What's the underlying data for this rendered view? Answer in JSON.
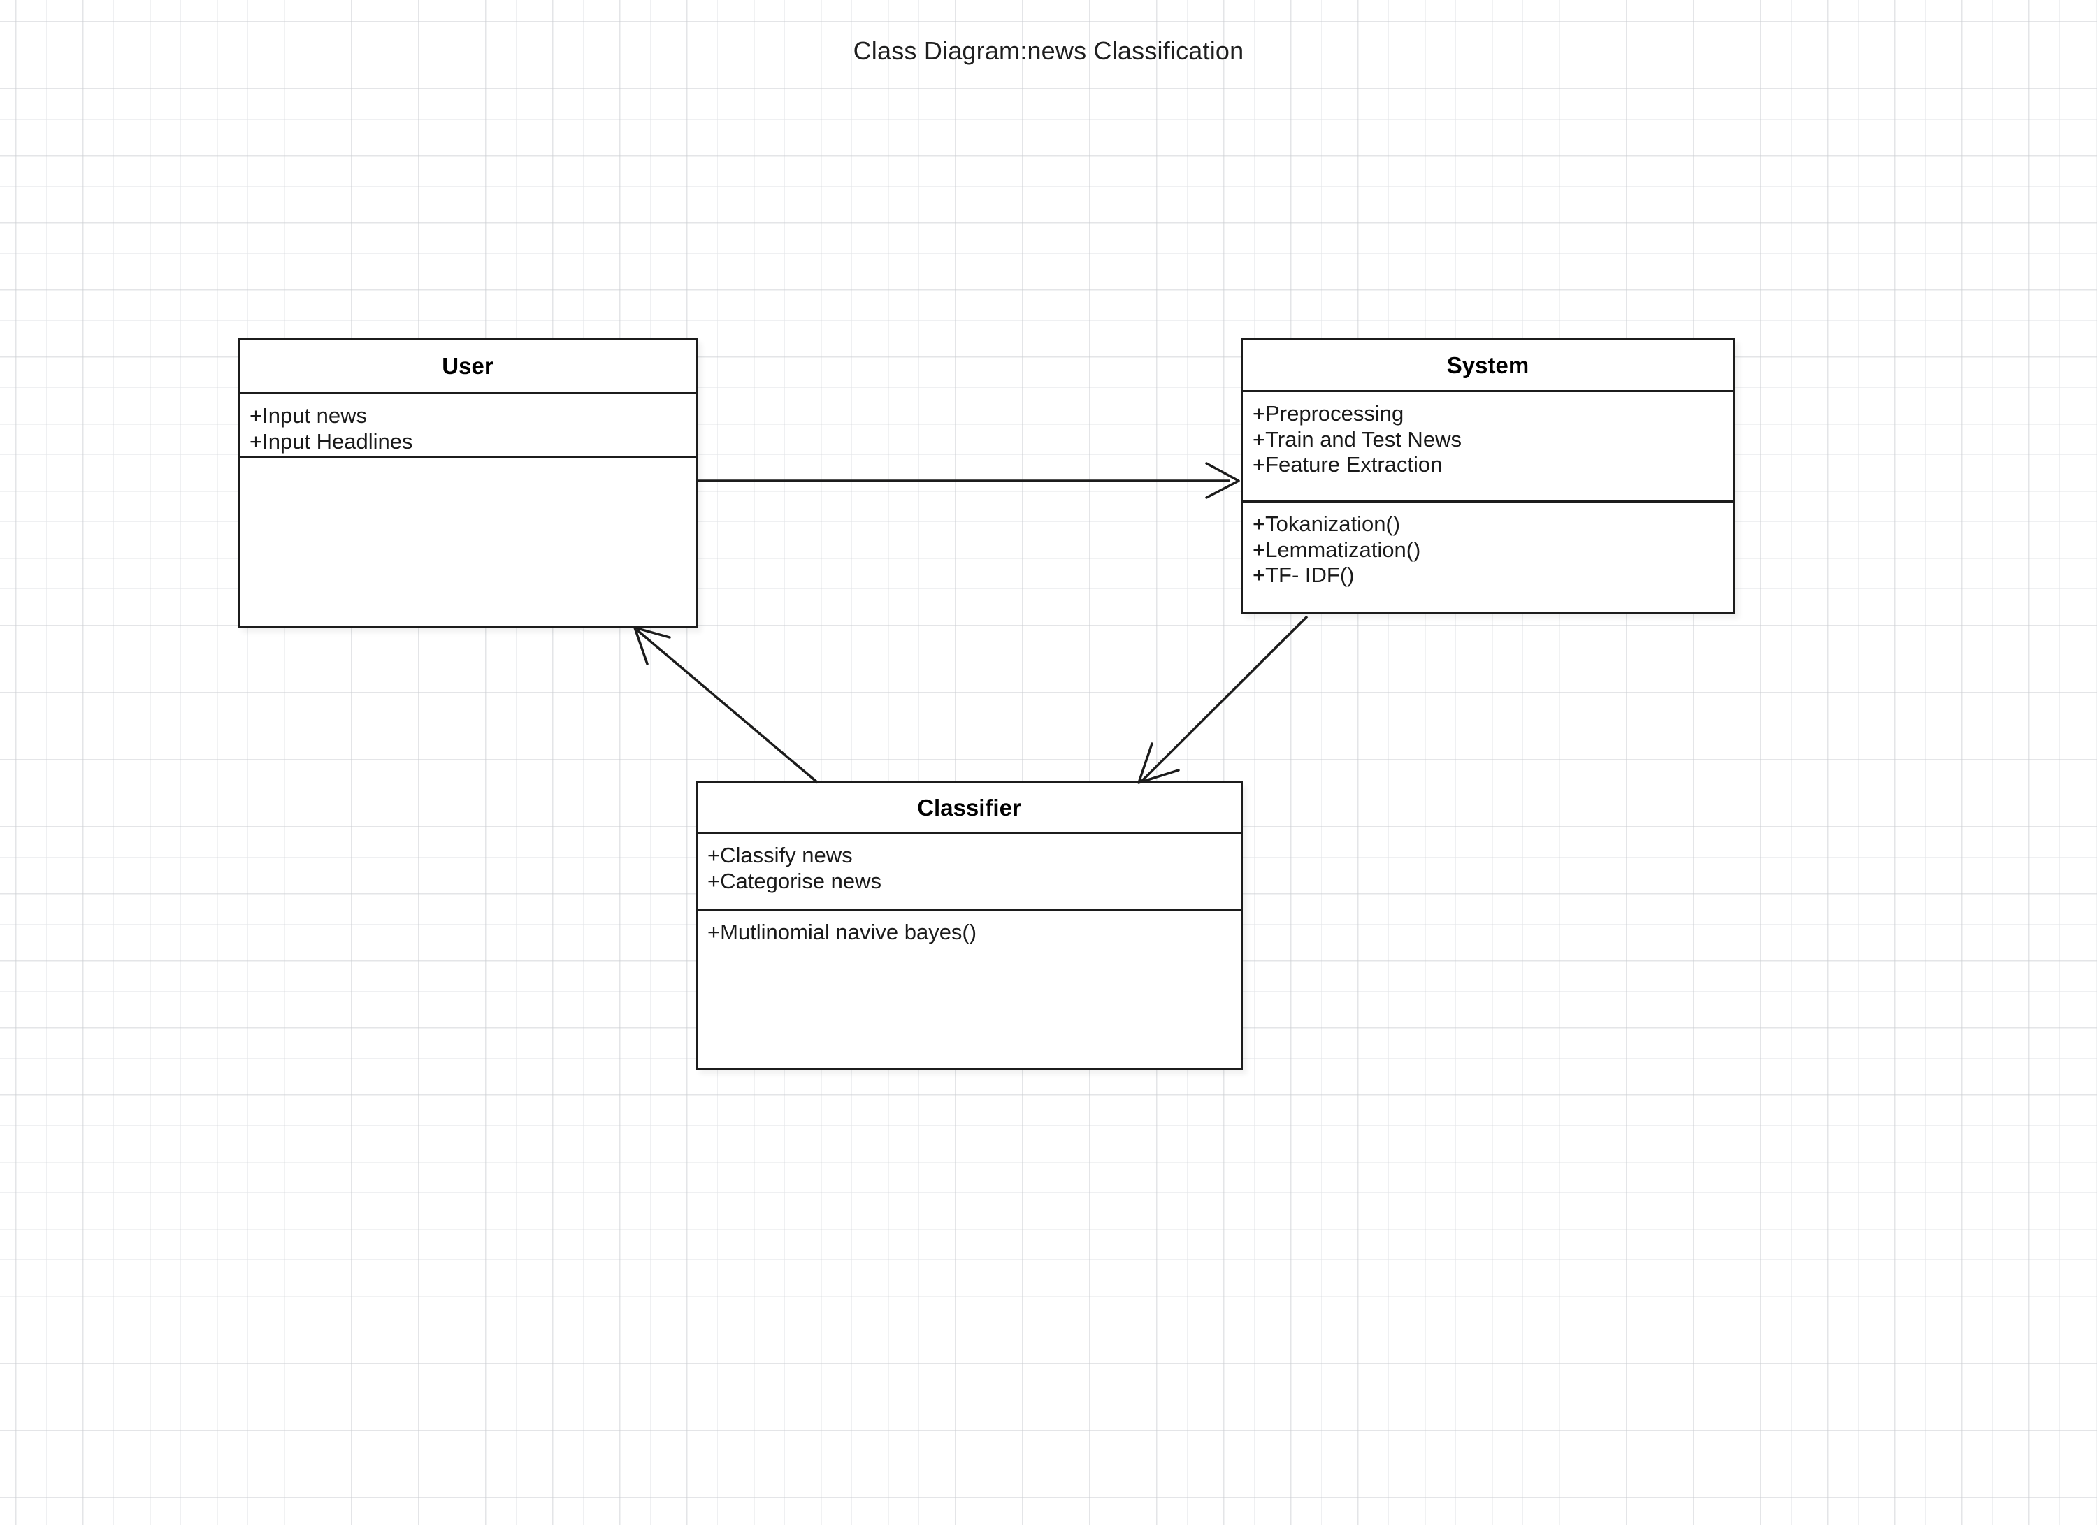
{
  "diagram": {
    "title": "Class Diagram:news Classification",
    "background": "#ffffff",
    "grid_color": "#e4e6e9",
    "line_color": "#1c1c1c"
  },
  "classes": [
    {
      "id": "user",
      "name": "User",
      "attributes": [
        "+Input news",
        "+Input Headlines"
      ],
      "methods": []
    },
    {
      "id": "system",
      "name": "System",
      "attributes": [
        "+Preprocessing",
        "+Train and Test News",
        "+Feature Extraction"
      ],
      "methods": [
        "+Tokanization()",
        "+Lemmatization()",
        "+TF- IDF()"
      ]
    },
    {
      "id": "classifier",
      "name": "Classifier",
      "attributes": [
        "+Classify news",
        "+Categorise news"
      ],
      "methods": [
        "+Mutlinomial navive bayes()"
      ]
    }
  ],
  "connectors": [
    {
      "id": "user-to-system",
      "from": "User",
      "to": "System",
      "style": "open-arrow",
      "label": ""
    },
    {
      "id": "classifier-to-user",
      "from": "Classifier",
      "to": "User",
      "style": "open-arrow",
      "label": ""
    },
    {
      "id": "system-to-classifier",
      "from": "System",
      "to": "Classifier",
      "style": "open-arrow",
      "label": ""
    }
  ]
}
